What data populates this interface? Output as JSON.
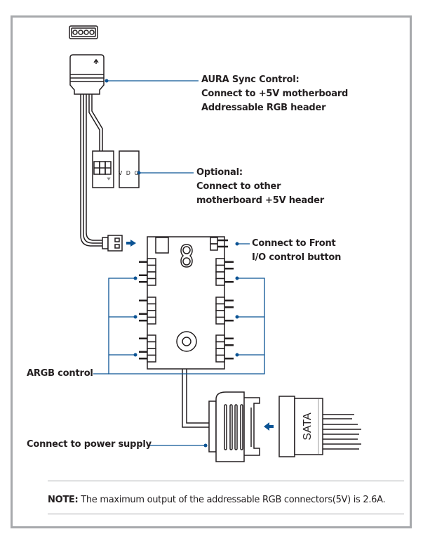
{
  "labels": {
    "aura_sync": {
      "title": "AURA Sync Control:",
      "lines": [
        "Connect to +5V motherboard",
        "Addressable RGB header"
      ]
    },
    "optional": {
      "title": "Optional:",
      "lines": [
        "Connect to other",
        "motherboard +5V header"
      ]
    },
    "front_io": {
      "lines": [
        "Connect to Front",
        "I/O control button"
      ]
    },
    "argb_control": "ARGB control",
    "power_supply": "Connect to power supply"
  },
  "connector_markings": {
    "header_pins": "V D G",
    "sata": "SATA"
  },
  "note": {
    "prefix": "NOTE:",
    "text": " The maximum output of the addressable RGB connectors(5V) is 2.6A."
  },
  "colors": {
    "leader_line": "#0b5394",
    "frame": "#a7a9ac",
    "ink": "#231f20"
  }
}
